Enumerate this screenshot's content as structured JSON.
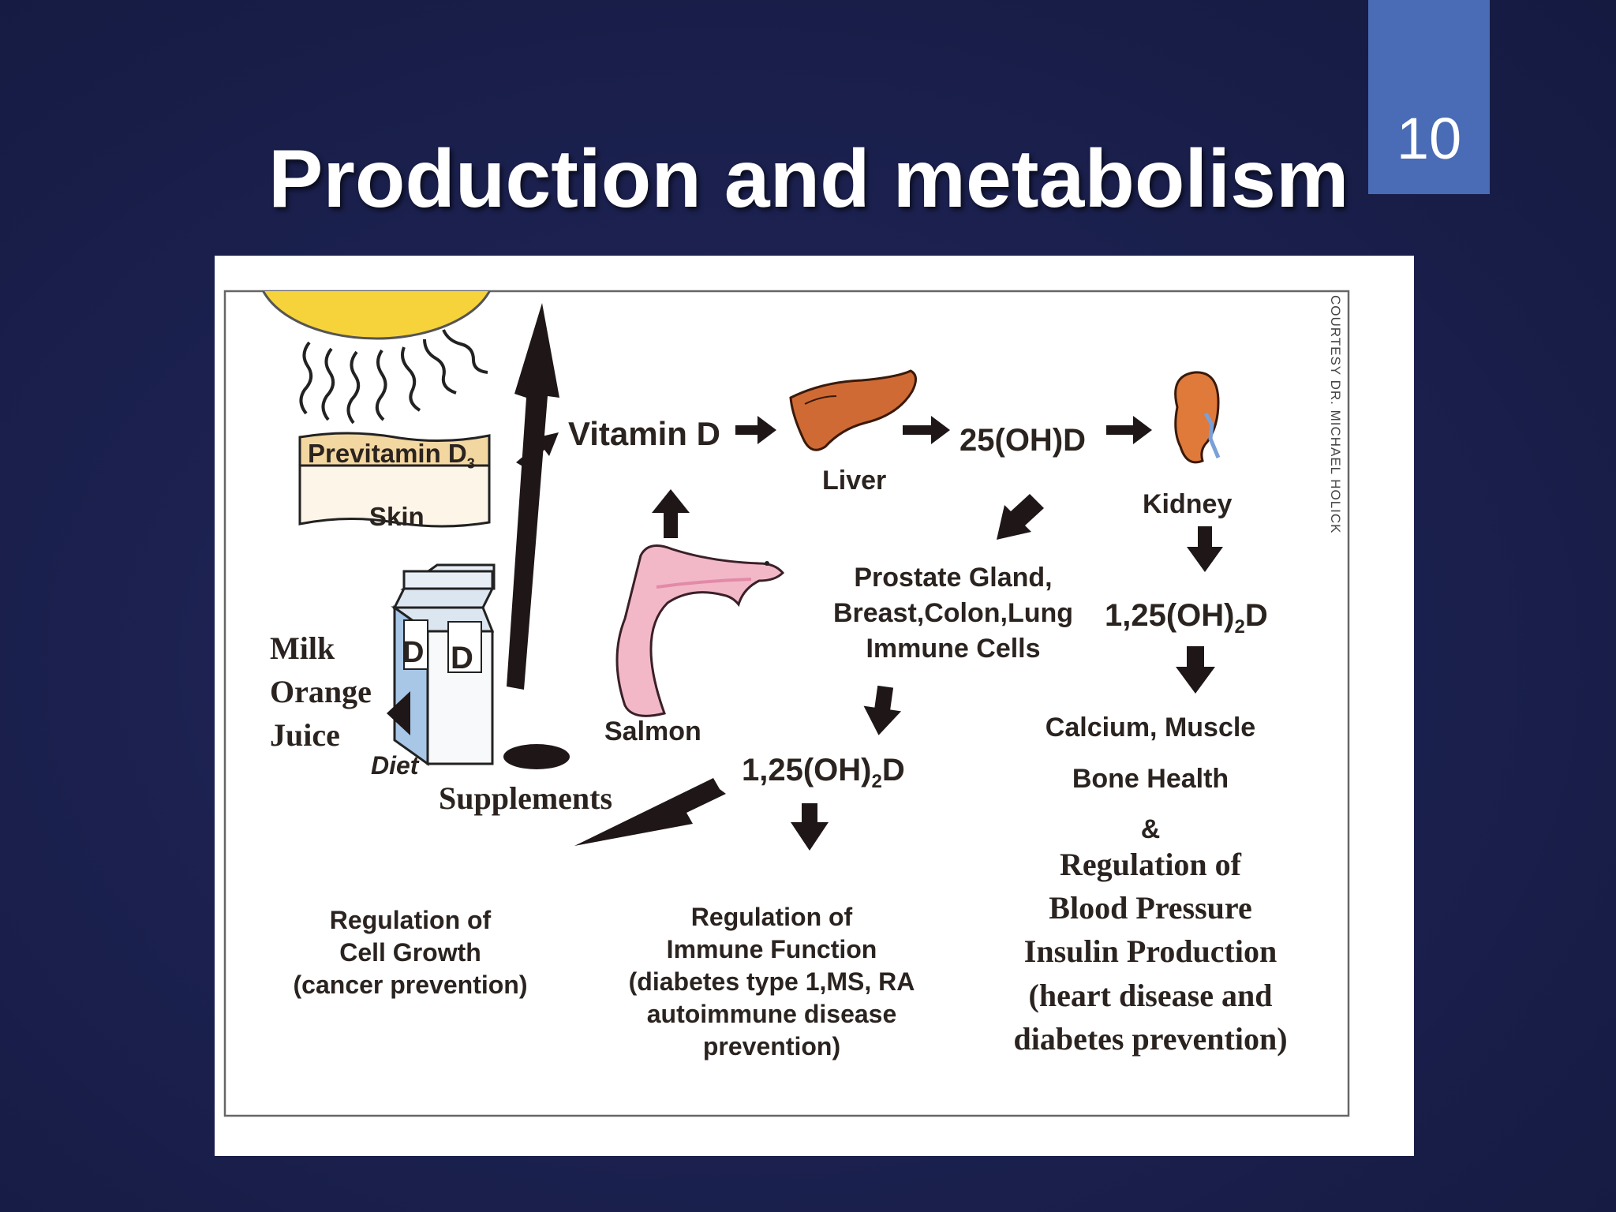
{
  "slide": {
    "number": "10",
    "title": "Production and metabolism"
  },
  "diagram": {
    "courtesy": "COURTESY DR. MICHAEL HOLICK",
    "previtamin": "Previtamin D",
    "previtamin_sub": "3",
    "skin": "Skin",
    "vitamin_d": "Vitamin D",
    "liver": "Liver",
    "oh_d_25": "25(OH)D",
    "kidney": "Kidney",
    "tissues": [
      "Prostate Gland,",
      "Breast,Colon,Lung",
      "Immune Cells"
    ],
    "dihydroxy_main": "1,25(OH)",
    "dihydroxy_sub": "2",
    "dihydroxy_suffix": "D",
    "milk": [
      "Milk",
      "Orange",
      "Juice"
    ],
    "carton_letter": "D",
    "diet": "Diet",
    "salmon": "Salmon",
    "supplements": "Supplements",
    "calcium": [
      "Calcium, Muscle",
      "Bone Health",
      "&"
    ],
    "regulation_bp": [
      "Regulation of",
      "Blood Pressure",
      "Insulin Production",
      "(heart disease and",
      "diabetes prevention)"
    ],
    "cell_growth": [
      "Regulation of",
      "Cell Growth",
      "(cancer prevention)"
    ],
    "immune": [
      "Regulation of",
      "Immune Function",
      "(diabetes type 1,MS, RA",
      "autoimmune disease",
      "prevention)"
    ]
  }
}
